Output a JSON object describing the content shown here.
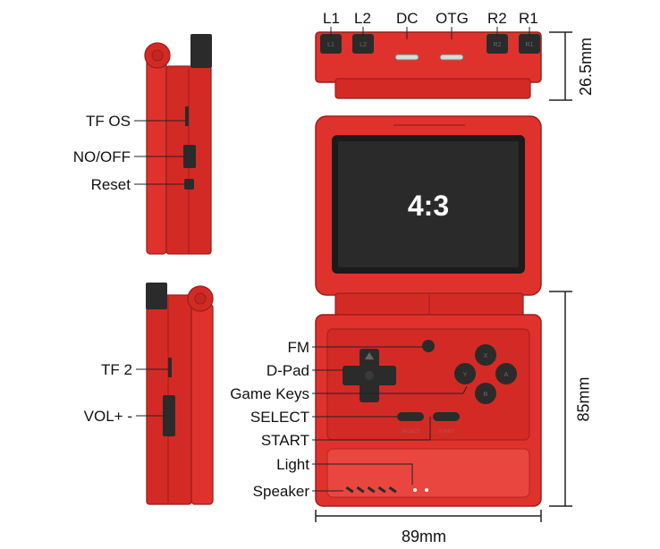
{
  "top_view": {
    "ports": [
      "L1",
      "L2",
      "DC",
      "OTG",
      "R2",
      "R1"
    ],
    "thickness": "26.5mm"
  },
  "side_view_left": {
    "labels": [
      "TF OS",
      "NO/OFF",
      "Reset"
    ]
  },
  "side_view_right": {
    "labels": [
      "TF 2",
      "VOL+ -"
    ]
  },
  "front_view": {
    "screen_text": "4:3",
    "labels": [
      "FM",
      "D-Pad",
      "Game Keys",
      "SELECT",
      "START",
      "Light",
      "Speaker"
    ],
    "button_prints": {
      "select": "SELECT",
      "start": "START",
      "face": [
        "X",
        "Y",
        "A",
        "B"
      ],
      "shoulder": [
        "L1",
        "L2",
        "R2",
        "R1"
      ]
    },
    "height": "85mm",
    "width": "89mm"
  },
  "colors": {
    "body": "#e0322c",
    "body_dark": "#b82420",
    "screen": "#2a2a2a",
    "buttons": "#2b2b2b"
  }
}
